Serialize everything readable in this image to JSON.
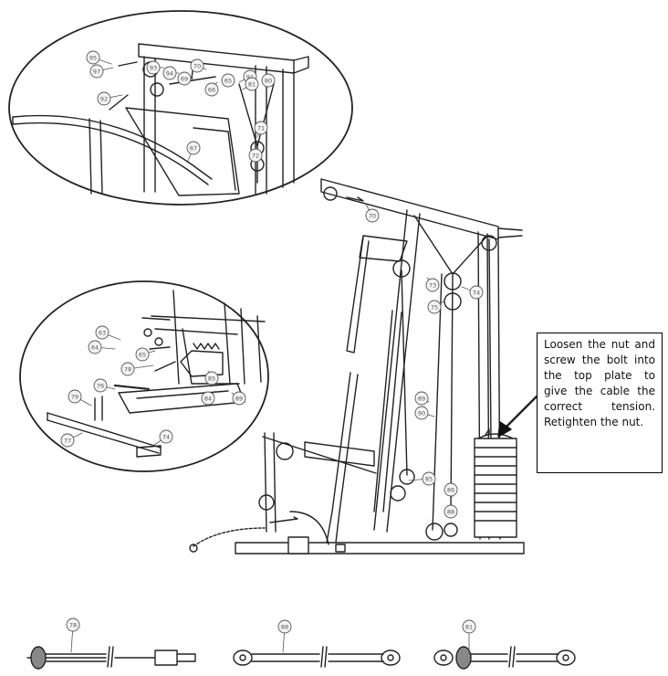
{
  "note": {
    "text": "Loosen the nut and screw the bolt into the top plate to give the cable the correct tension. Retighten the nut."
  },
  "callouts": {
    "top_detail": [
      "95",
      "97",
      "92",
      "93",
      "94",
      "69",
      "70",
      "66",
      "65",
      "91",
      "80",
      "81",
      "71",
      "72",
      "67"
    ],
    "main": [
      "70",
      "73",
      "74",
      "75",
      "89",
      "90",
      "85",
      "86",
      "88"
    ],
    "left_detail": [
      "63",
      "64",
      "65",
      "78",
      "76",
      "79",
      "77",
      "74",
      "85",
      "84",
      "89"
    ],
    "cables": [
      "78",
      "88",
      "81"
    ]
  },
  "colors": {
    "line": "#222222",
    "callout_fill": "#f4f4f4"
  }
}
